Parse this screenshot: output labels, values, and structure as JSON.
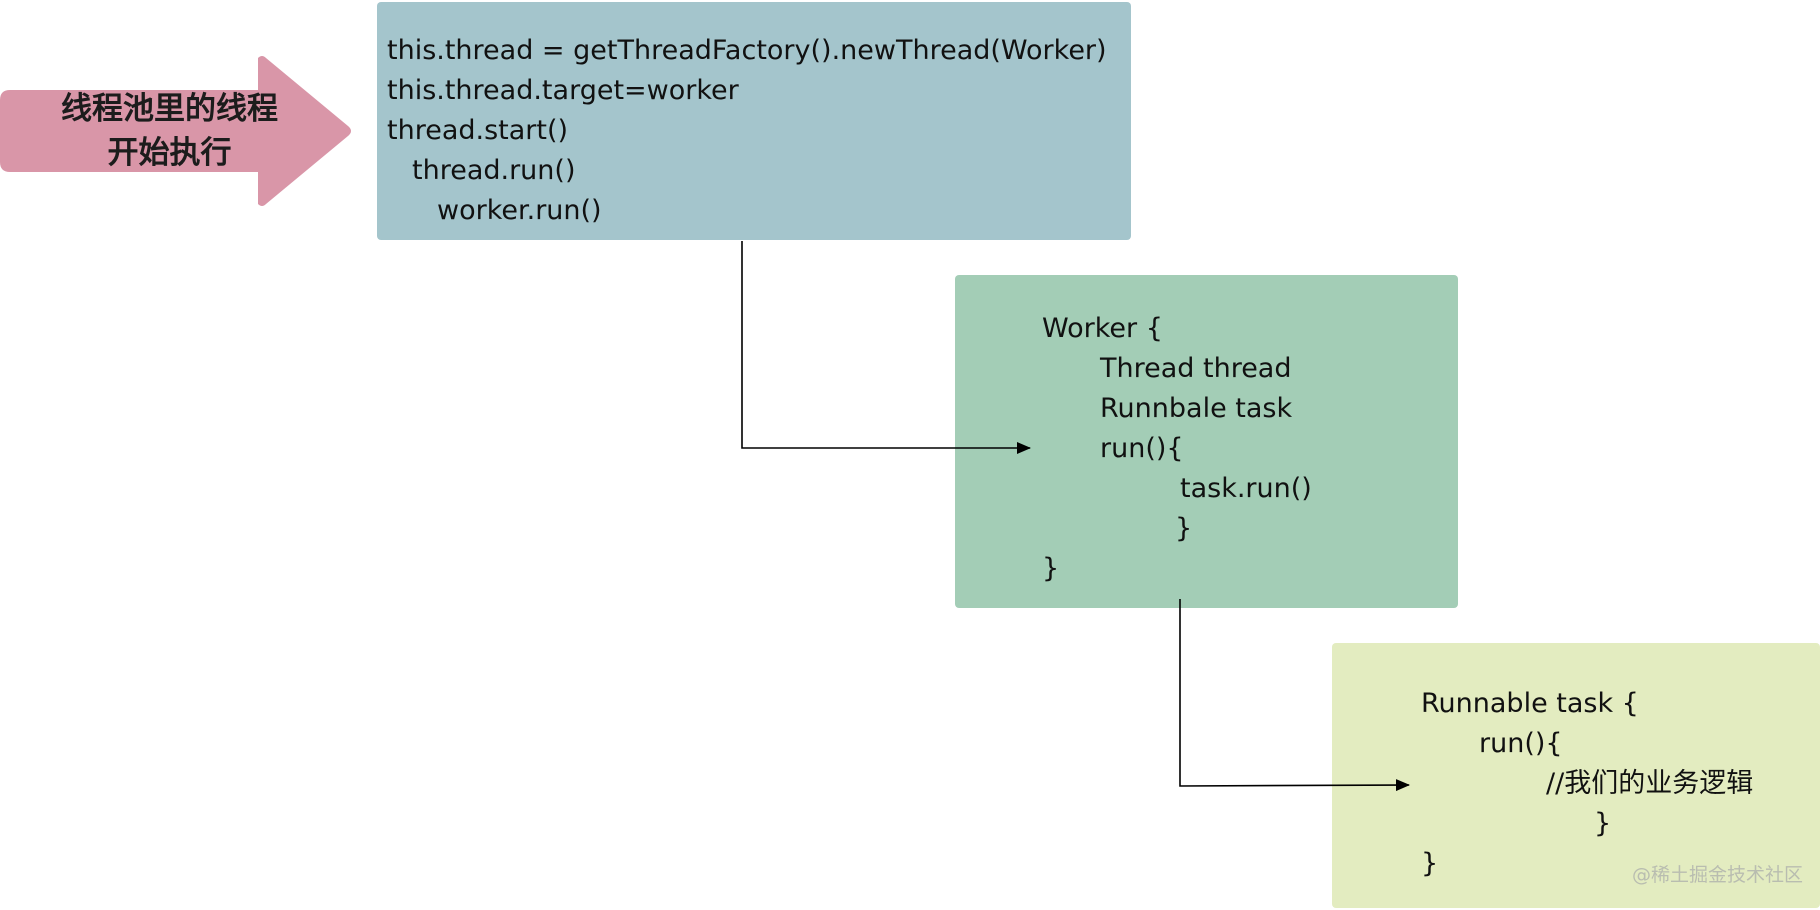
{
  "arrow": {
    "line1": "线程池里的线程",
    "line2": "开始执行",
    "color": "#d996a8"
  },
  "thread_box": {
    "color": "#a4c5cc",
    "lines": [
      "this.thread = getThreadFactory().newThread(Worker)",
      "this.thread.target=worker",
      "thread.start()",
      "thread.run()",
      "worker.run()"
    ]
  },
  "worker_box": {
    "color": "#a3cdb6",
    "lines": [
      "Worker {",
      "Thread  thread",
      "Runnbale task",
      "run(){",
      "task.run()",
      "}",
      "}"
    ]
  },
  "task_box": {
    "color": "#e3ecc0",
    "lines": [
      "Runnable task {",
      "run(){",
      "//我们的业务逻辑",
      "}",
      "}"
    ]
  },
  "watermark": "@稀土掘金技术社区"
}
